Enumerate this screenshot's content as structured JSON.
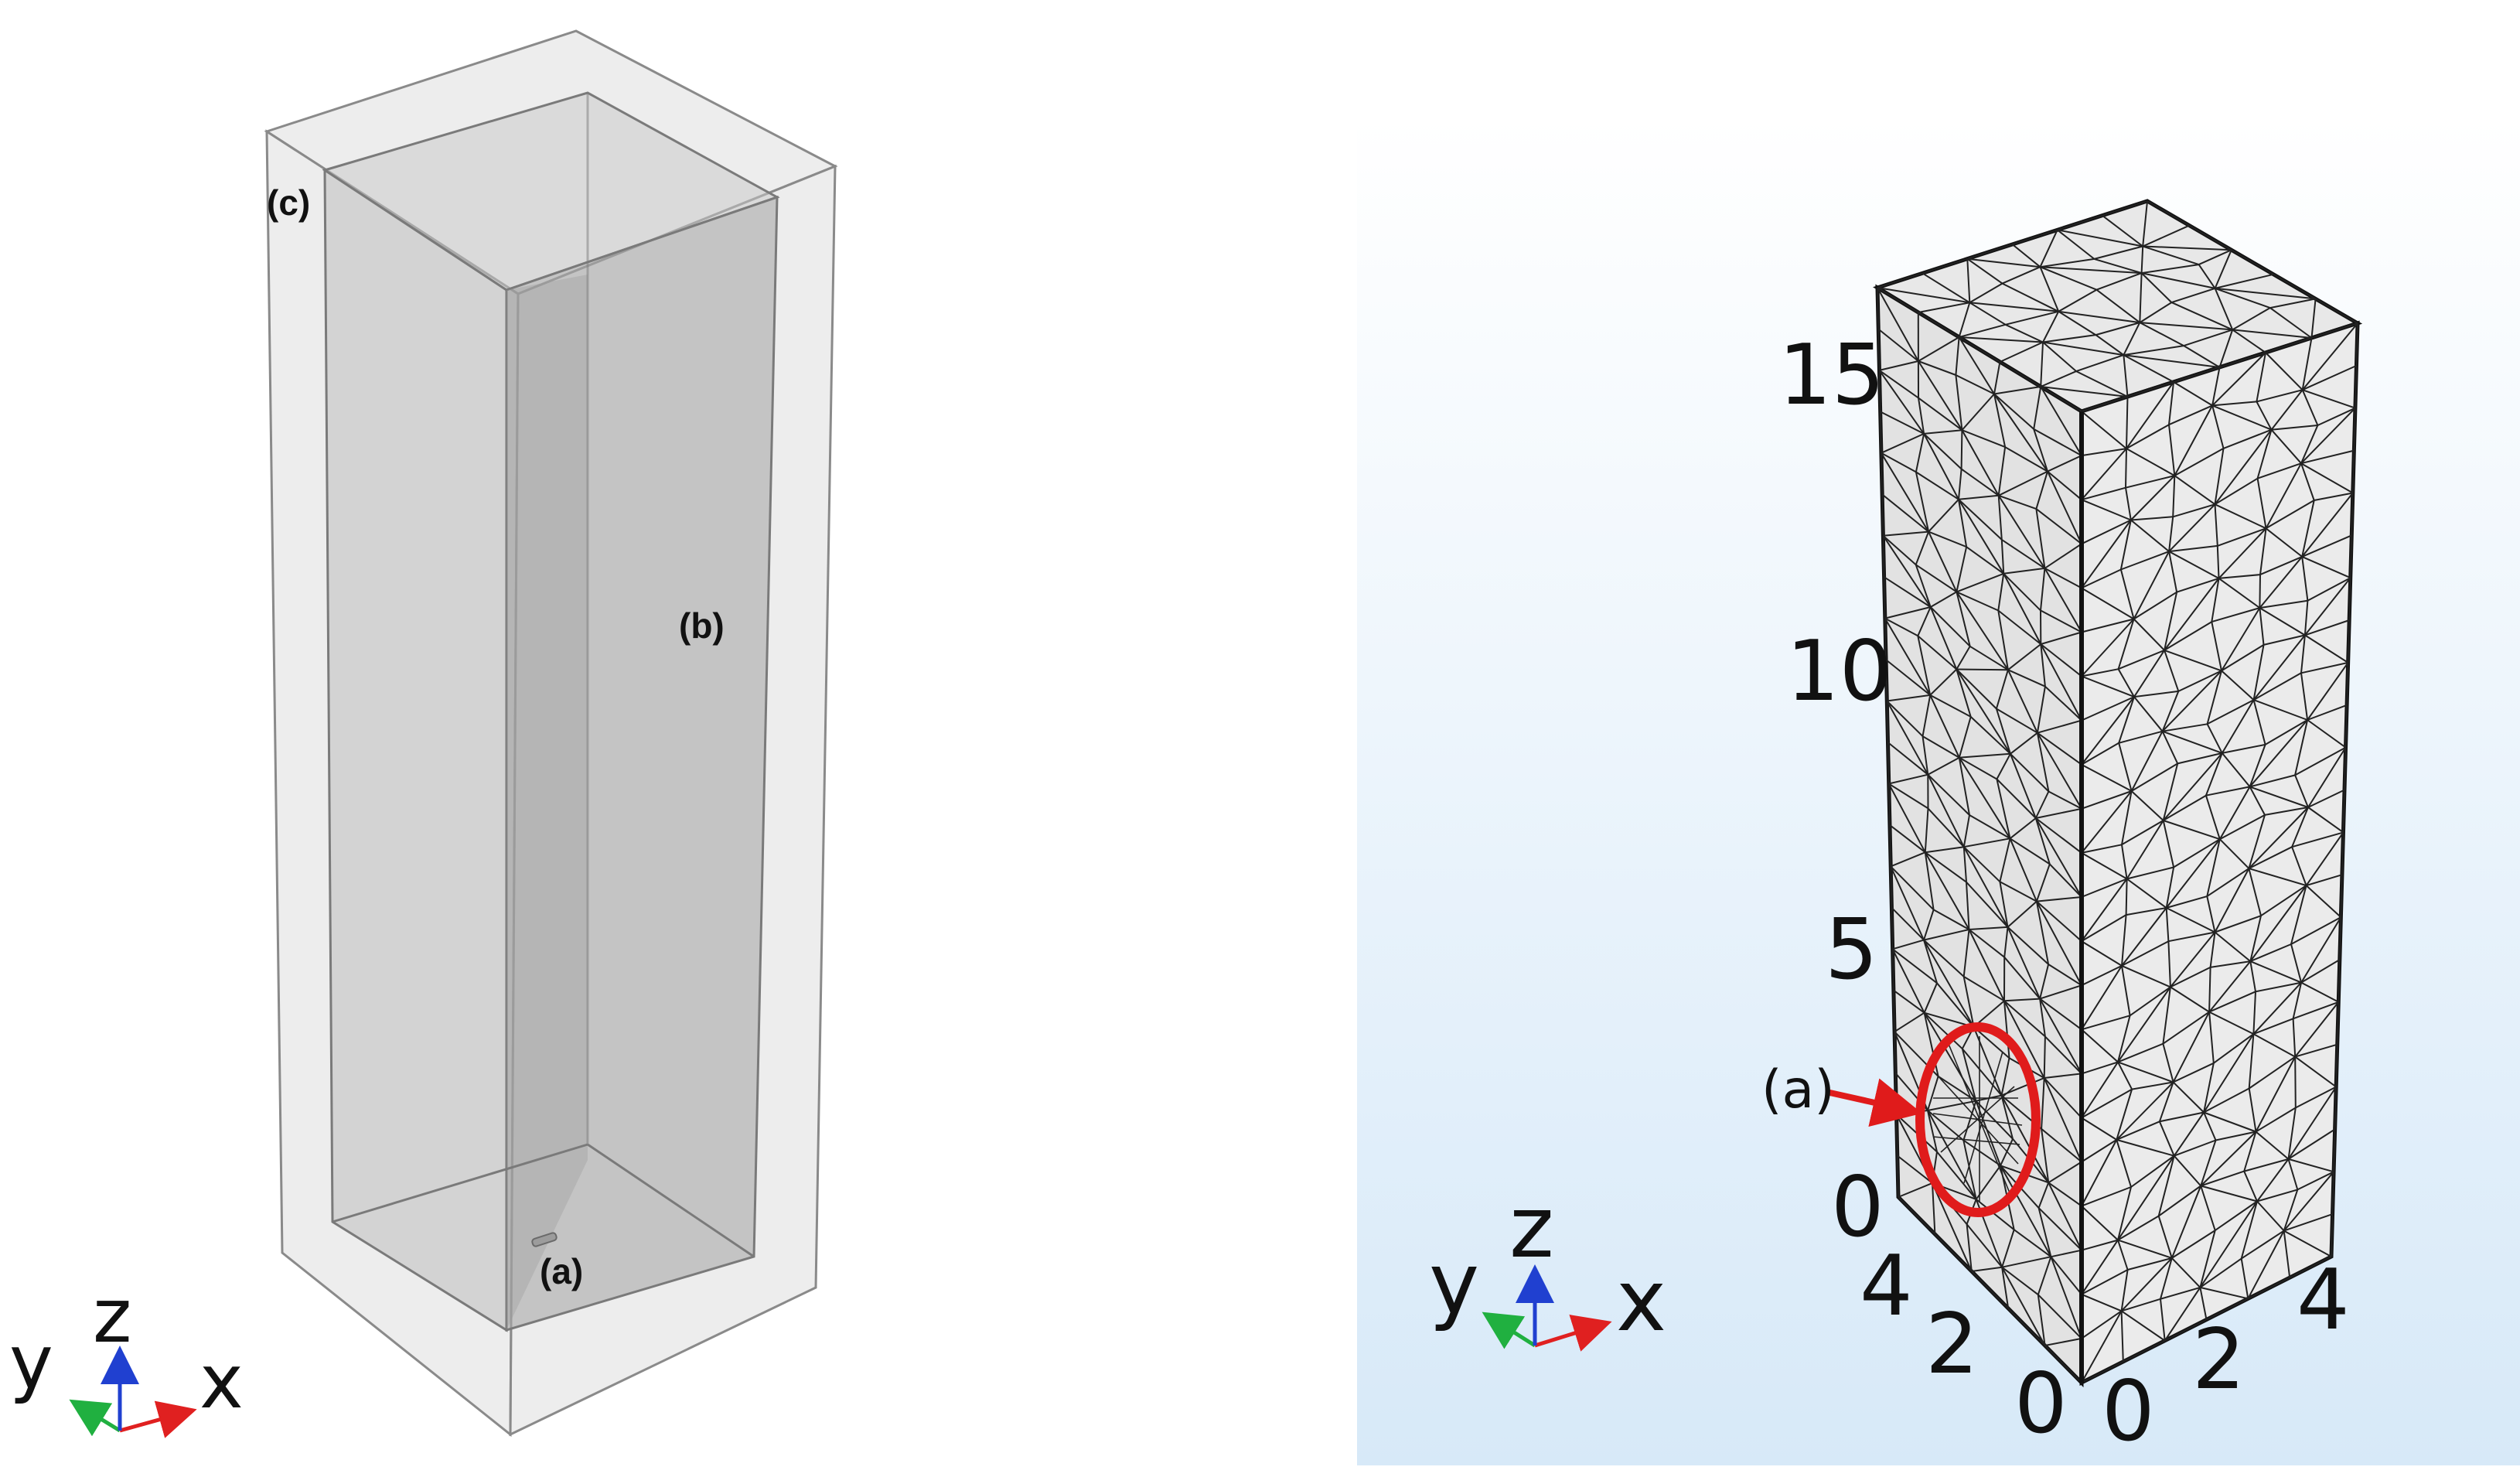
{
  "left_panel": {
    "labels": {
      "a": "(a)",
      "b": "(b)",
      "c": "(c)"
    },
    "triad": {
      "x": "x",
      "y": "y",
      "z": "z"
    }
  },
  "right_panel": {
    "z_ticks": [
      "15",
      "10",
      "5",
      "0"
    ],
    "y_ticks": [
      "4",
      "2",
      "0"
    ],
    "x_ticks": [
      "0",
      "2",
      "4"
    ],
    "callout_label": "(a)",
    "triad": {
      "x": "x",
      "y": "y",
      "z": "z"
    },
    "colors": {
      "background_top": "#ffffff",
      "background_bottom": "#d7e9f8",
      "callout": "#e01b1b",
      "mesh": "#111111"
    }
  },
  "triad_colors": {
    "x": "#e02020",
    "y": "#20b040",
    "z": "#2040d0"
  }
}
